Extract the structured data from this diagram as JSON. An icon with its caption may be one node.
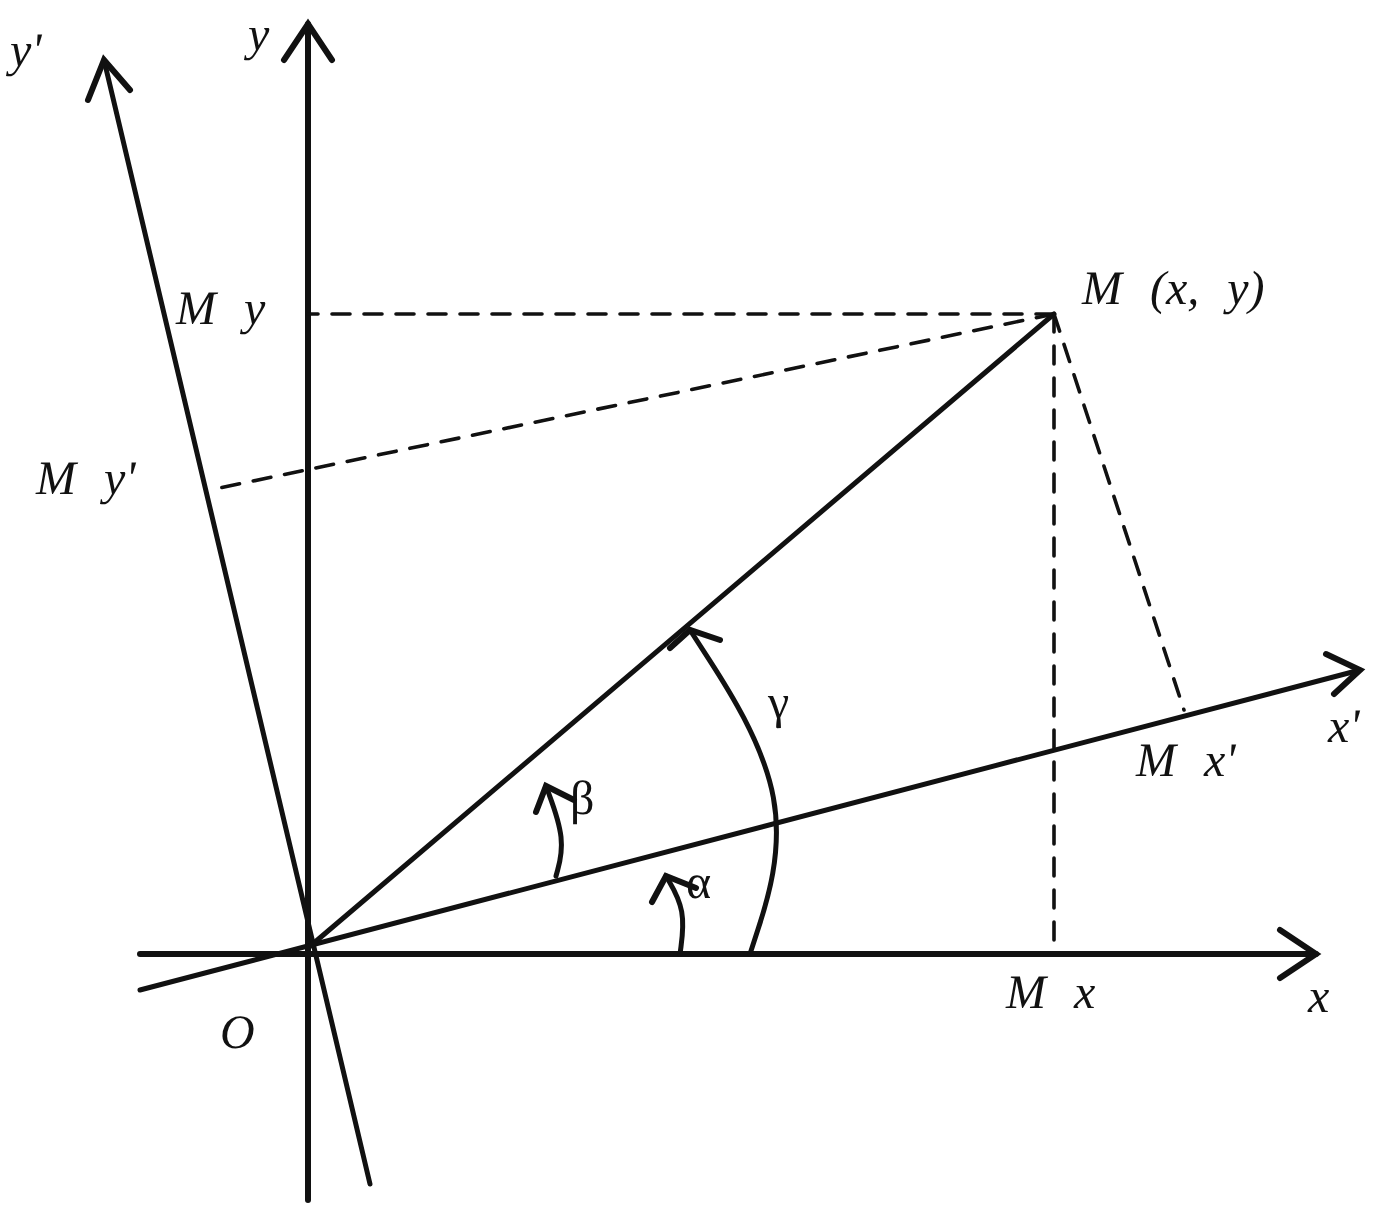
{
  "diagram": {
    "labels": [
      "y'",
      "y",
      "M y",
      "M (x, y)",
      "M y'",
      "γ",
      "β",
      "x'",
      "M x'",
      "α",
      "O",
      "M x",
      "x"
    ]
  }
}
